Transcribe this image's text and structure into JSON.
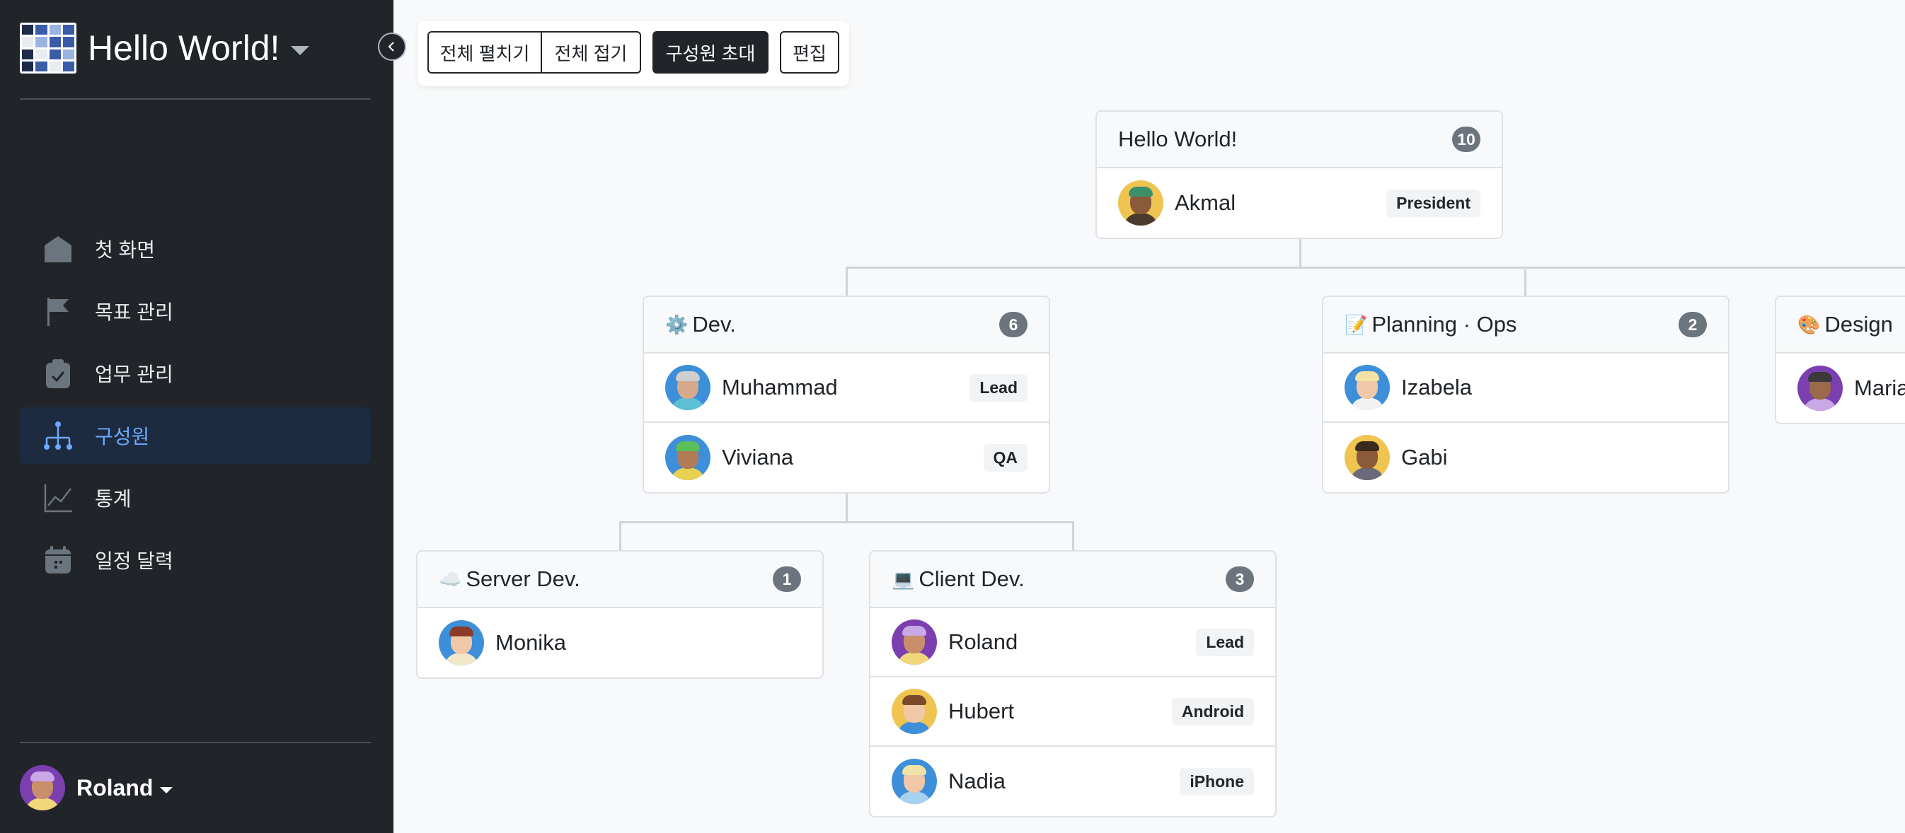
{
  "sidebar": {
    "workspace_name": "Hello World!",
    "nav": [
      {
        "label": "첫 화면",
        "icon": "home-icon"
      },
      {
        "label": "목표 관리",
        "icon": "flag-icon"
      },
      {
        "label": "업무 관리",
        "icon": "clipboard-check-icon"
      },
      {
        "label": "구성원",
        "icon": "org-chart-icon",
        "active": true
      },
      {
        "label": "통계",
        "icon": "line-chart-icon"
      },
      {
        "label": "일정 달력",
        "icon": "calendar-icon"
      }
    ],
    "user_name": "Roland"
  },
  "toolbar": {
    "expand_all": "전체 펼치기",
    "collapse_all": "전체 접기",
    "invite": "구성원 초대",
    "edit": "편집"
  },
  "org": {
    "root": {
      "title": "Hello World!",
      "count": "10",
      "members": [
        {
          "name": "Akmal",
          "role": "President"
        }
      ]
    },
    "dev": {
      "emoji": "⚙️",
      "title": "Dev.",
      "count": "6",
      "members": [
        {
          "name": "Muhammad",
          "role": "Lead"
        },
        {
          "name": "Viviana",
          "role": "QA"
        }
      ]
    },
    "planning": {
      "emoji": "📝",
      "title": "Planning · Ops",
      "count": "2",
      "members": [
        {
          "name": "Izabela",
          "role": ""
        },
        {
          "name": "Gabi",
          "role": ""
        }
      ]
    },
    "design": {
      "emoji": "🎨",
      "title": "Design",
      "members": [
        {
          "name": "Maria"
        }
      ]
    },
    "server": {
      "emoji": "☁️",
      "title": "Server Dev.",
      "count": "1",
      "members": [
        {
          "name": "Monika",
          "role": ""
        }
      ]
    },
    "client": {
      "emoji": "💻",
      "title": "Client Dev.",
      "count": "3",
      "members": [
        {
          "name": "Roland",
          "role": "Lead"
        },
        {
          "name": "Hubert",
          "role": "Android"
        },
        {
          "name": "Nadia",
          "role": "iPhone"
        }
      ]
    }
  },
  "colors": {
    "sidebar_bg": "#212529",
    "active_nav_bg": "#1c2b3f",
    "active_nav_text": "#6ea8fe",
    "page_bg": "#f8f9fa",
    "count_badge": "#6c757d"
  }
}
